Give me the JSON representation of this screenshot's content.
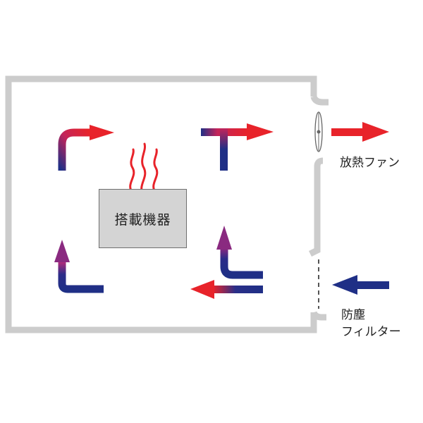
{
  "device": {
    "label": "搭載機器"
  },
  "fan": {
    "label": "放熱ファン"
  },
  "filter": {
    "label_line1": "防塵",
    "label_line2": "フィルター"
  },
  "colors": {
    "hot": "#e8232a",
    "cool": "#1f2f86",
    "wall": "#cccccc",
    "device_fill": "#d4d4d4"
  }
}
